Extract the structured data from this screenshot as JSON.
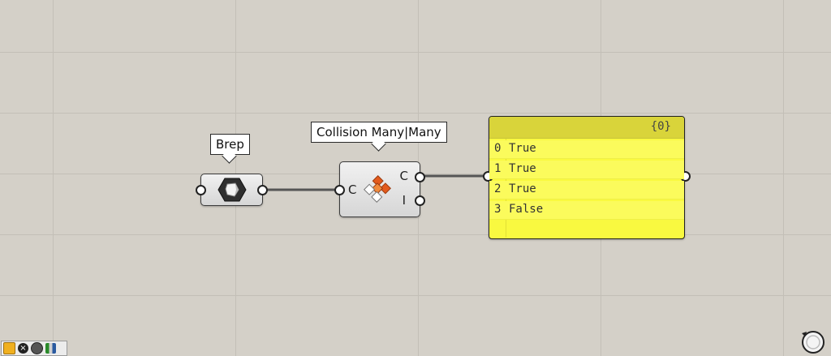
{
  "canvas": {
    "background": "#d4d0c8",
    "grid_color": "#c3bfb7"
  },
  "brep_component": {
    "tooltip": "Brep",
    "icon": "brep-hexagon-icon"
  },
  "collision_component": {
    "tooltip": "Collision Many|Many",
    "icon": "collision-cubes-icon",
    "input_label": "C",
    "outputs": [
      {
        "label": "C"
      },
      {
        "label": "I"
      }
    ]
  },
  "panel": {
    "background": "#f9f940",
    "path": "{0}",
    "items": [
      {
        "index": "0",
        "value": "True"
      },
      {
        "index": "1",
        "value": "True"
      },
      {
        "index": "2",
        "value": "True"
      },
      {
        "index": "3",
        "value": "False"
      }
    ]
  },
  "status_bar": {
    "icons": [
      "canvas-icon",
      "close-icon",
      "globe-icon",
      "chart-icon"
    ]
  },
  "navigation_widget": {
    "icon": "navigation-circle-icon"
  }
}
